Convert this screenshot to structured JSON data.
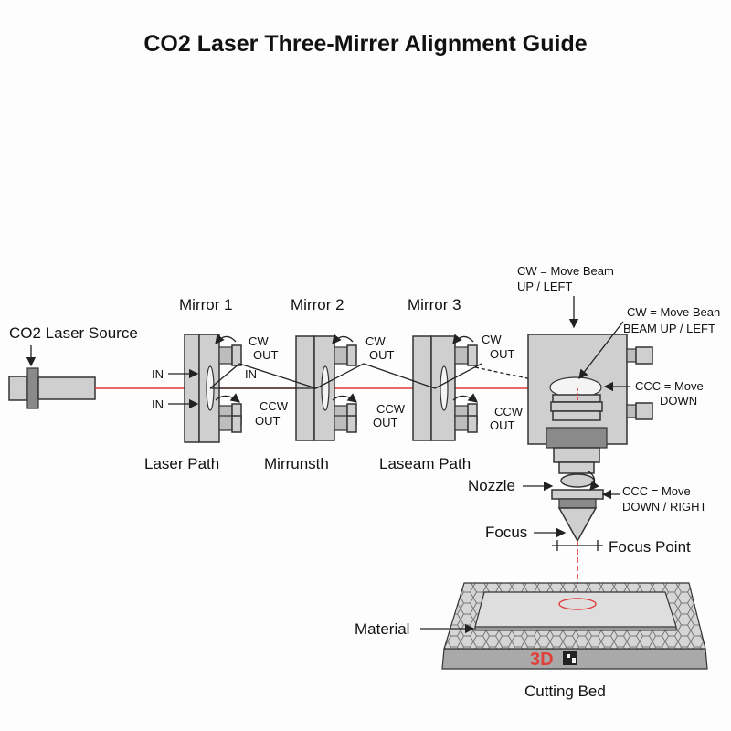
{
  "title": "CO2 Laser Three-Mirrer Alignment Guide",
  "source_label": "CO2 Laser Source",
  "mirrors": [
    {
      "name": "Mirror 1",
      "caption": "Laser Path",
      "in_top": "IN",
      "in_bottom": "IN",
      "cw": "CW",
      "out_top": "OUT",
      "in_right": "IN",
      "ccw": "CCW",
      "out_bottom": "OUT"
    },
    {
      "name": "Mirror 2",
      "caption": "Mirrunsth",
      "cw": "CW",
      "out_top": "OUT",
      "ccw": "CCW",
      "out_bottom": "OUT"
    },
    {
      "name": "Mirror 3",
      "caption": "Laseam Path",
      "cw": "CW",
      "out_top": "OUT",
      "ccw": "CCW",
      "out_bottom": "OUT"
    }
  ],
  "head": {
    "cw_top_line1": "CW = Move Beam",
    "cw_top_line2": "UP / LEFT",
    "cw_right_line1": "CW = Move Bean",
    "cw_right_line2": "BEAM UP / LEFT",
    "ccc_line1": "CCC = Move",
    "ccc_line2": "DOWN"
  },
  "nozzle": {
    "label": "Nozzle",
    "ccc_line1": "CCC = Move",
    "ccc_line2": "DOWN / RIGHT",
    "focus_label": "Focus",
    "focus_point_label": "Focus Point"
  },
  "bed": {
    "material_label": "Material",
    "caption": "Cutting Bed",
    "watermark": "3D"
  },
  "colors": {
    "beam": "#e23a3a",
    "watermark": "#e0403a"
  }
}
